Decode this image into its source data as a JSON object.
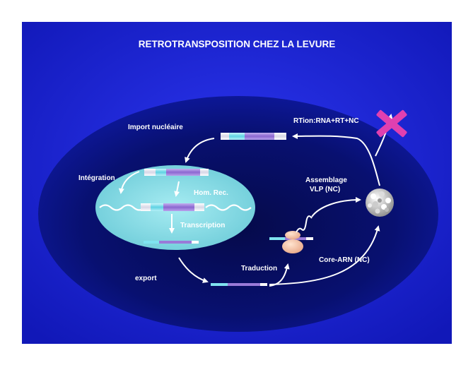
{
  "title": "RETROTRANSPOSITION CHEZ LA LEVURE",
  "labels": {
    "import_nucleaire": "Import nucléaire",
    "integration": "Intégration",
    "hom_rec": "Hom. Rec.",
    "transcription": "Transcription",
    "export": "export",
    "traduction": "Traduction",
    "assemblage": "Assemblage",
    "vlp_nc": "VLP (NC)",
    "rtion": "RTion:RNA+RT+NC",
    "core_arn": "Core-ARN (NC)"
  },
  "colors": {
    "slide_background": "#1a22d8",
    "cell_outer": "#0a0f86",
    "cell_inner": "#050a4a",
    "nucleus": "#7fd6e0",
    "element_purple": "#9a7ad8",
    "element_cyan": "#7fe3f0",
    "element_white": "#ffffff",
    "block_marker": "#e040b0",
    "ribosome": "#f3c8a8",
    "arrow": "#ffffff"
  },
  "icons": {
    "block_marker": "x-cross-icon",
    "ribosome": "ribosome-icon",
    "vlp": "vlp-particle-icon"
  }
}
